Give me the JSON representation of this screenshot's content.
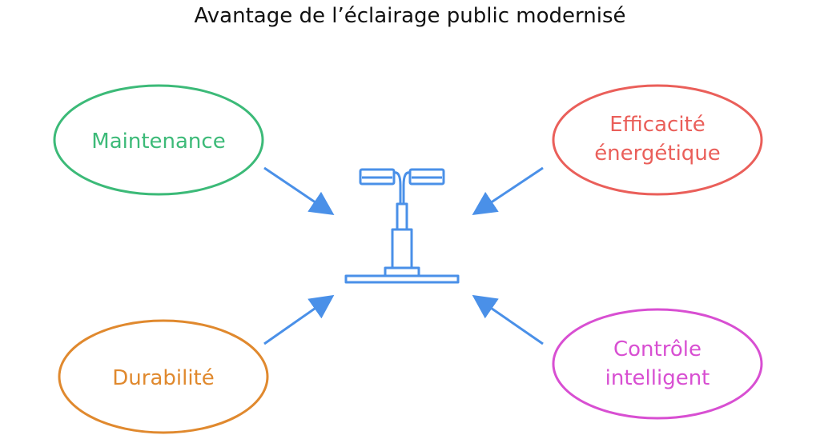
{
  "title": "Avantage de l’éclairage public modernisé",
  "colors": {
    "arrow": "#4a90e8",
    "lamp": "#4a90e8",
    "maintenance": "#3cba78",
    "efficacite": "#ea5f5a",
    "durabilite": "#e0892e",
    "controle": "#d84fd2"
  },
  "nodes": {
    "maintenance": {
      "lines": [
        "Maintenance"
      ]
    },
    "efficacite": {
      "lines": [
        "Efficacité",
        "énergétique"
      ]
    },
    "durabilite": {
      "lines": [
        "Durabilité"
      ]
    },
    "controle": {
      "lines": [
        "Contrôle",
        "intelligent"
      ]
    }
  },
  "center_icon": "street-lamp-icon"
}
